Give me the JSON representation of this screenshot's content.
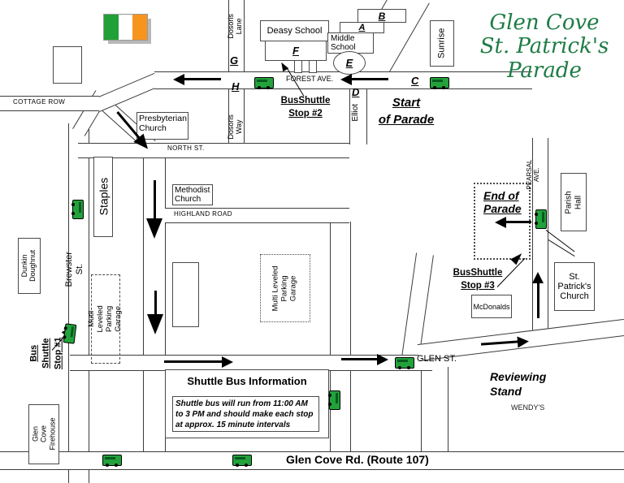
{
  "map_title": "Glen Cove\nSt. Patrick's\nParade",
  "colors": {
    "title_green": "#1e7c45",
    "flag_green": "#21a038",
    "flag_orange": "#f7941d",
    "bus_green": "#23a23c",
    "road_line": "#3c3c3c"
  },
  "streets": {
    "cottage_row": "COTTAGE ROW",
    "north": "NORTH ST.",
    "highland": "HIGHLAND ROAD",
    "forest": "FOREST AVE.",
    "glen": "GLEN ST.",
    "glen_cove_rd": "Glen Cove Rd. (Route 107)",
    "dosoris_lane": "Dosoris Lane",
    "dosoris_way": "Dosoris Way",
    "elliot": "Elliot",
    "brewster": "Brewster St.",
    "pearsal": "PEARSAL AVE."
  },
  "buildings": {
    "deasy": "Deasy School",
    "middle_school": "Middle\nSchool",
    "sunrise": "Sunrise",
    "presbyterian": "Presbyterian\nChurch",
    "methodist": "Methodist\nChurch",
    "staples": "Staples",
    "dunkin": "Dunkin\nDoughnut",
    "garage_left": "Mutli Leveled\nParking Garage",
    "garage_center": "Multi Leveled\nParking Garage",
    "firehouse": "Glen Cove\nFirehouse",
    "mcdonalds": "McDonalds",
    "parish_hall": "Parish\nHall",
    "st_patricks": "St.\nPatrick's\nChurch",
    "wendys": "WENDY'S"
  },
  "route_markers": {
    "a": "A",
    "b": "B",
    "c": "C",
    "d": "D",
    "e": "E",
    "f": "F",
    "g": "G",
    "h": "H"
  },
  "labels": {
    "start_of_parade": "Start\nof Parade",
    "end_of_parade": "End of\nParade",
    "bus_stop_1": "Bus Shuttle\nStop #1",
    "bus_stop_2": "BusShuttle\nStop #2",
    "bus_stop_3": "BusShuttle\nStop #3",
    "reviewing_stand": "Reviewing\nStand"
  },
  "info_box": {
    "heading": "Shuttle Bus Information",
    "body": "Shuttle bus will run from 11:00 AM\nto 3 PM and should make each stop\nat approx. 15 minute intervals"
  }
}
